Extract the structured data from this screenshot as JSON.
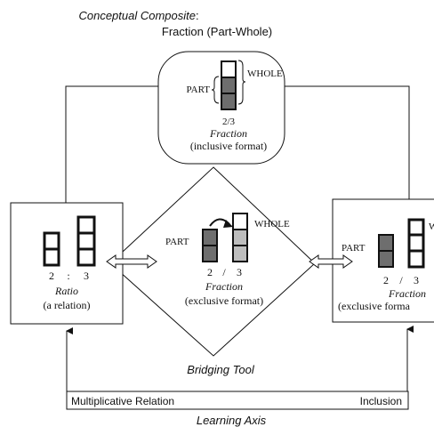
{
  "header": {
    "title_line1": "Conceptual Composite",
    "title_colon": ":",
    "title_line2": "Fraction (Part-Whole)"
  },
  "top_box": {
    "part_label": "PART",
    "whole_label": "WHOLE",
    "value": "2/3",
    "name": "Fraction",
    "format": "(inclusive format)"
  },
  "left_box": {
    "left_num": "2",
    "sep": ":",
    "right_num": "3",
    "name": "Ratio",
    "desc": "(a relation)"
  },
  "center_box": {
    "part_label": "PART",
    "whole_label": "WHOLE",
    "left_num": "2",
    "sep": "/",
    "right_num": "3",
    "name": "Fraction",
    "format": "(exclusive format)"
  },
  "right_box": {
    "part_label": "PART",
    "whole_label_partial": "W",
    "left_num": "2",
    "sep": "/",
    "right_num": "3",
    "name": "Fraction",
    "format": "(exclusive forma"
  },
  "bridging_tool": "Bridging Tool",
  "axis": {
    "left_label": "Multiplicative Relation",
    "right_label": "Inclusion",
    "title": "Learning Axis"
  },
  "colors": {
    "ink": "#111111",
    "shade_dark": "#6e6e6e",
    "shade_light": "#bdbdbd",
    "panel_fill": "#ffffff"
  }
}
